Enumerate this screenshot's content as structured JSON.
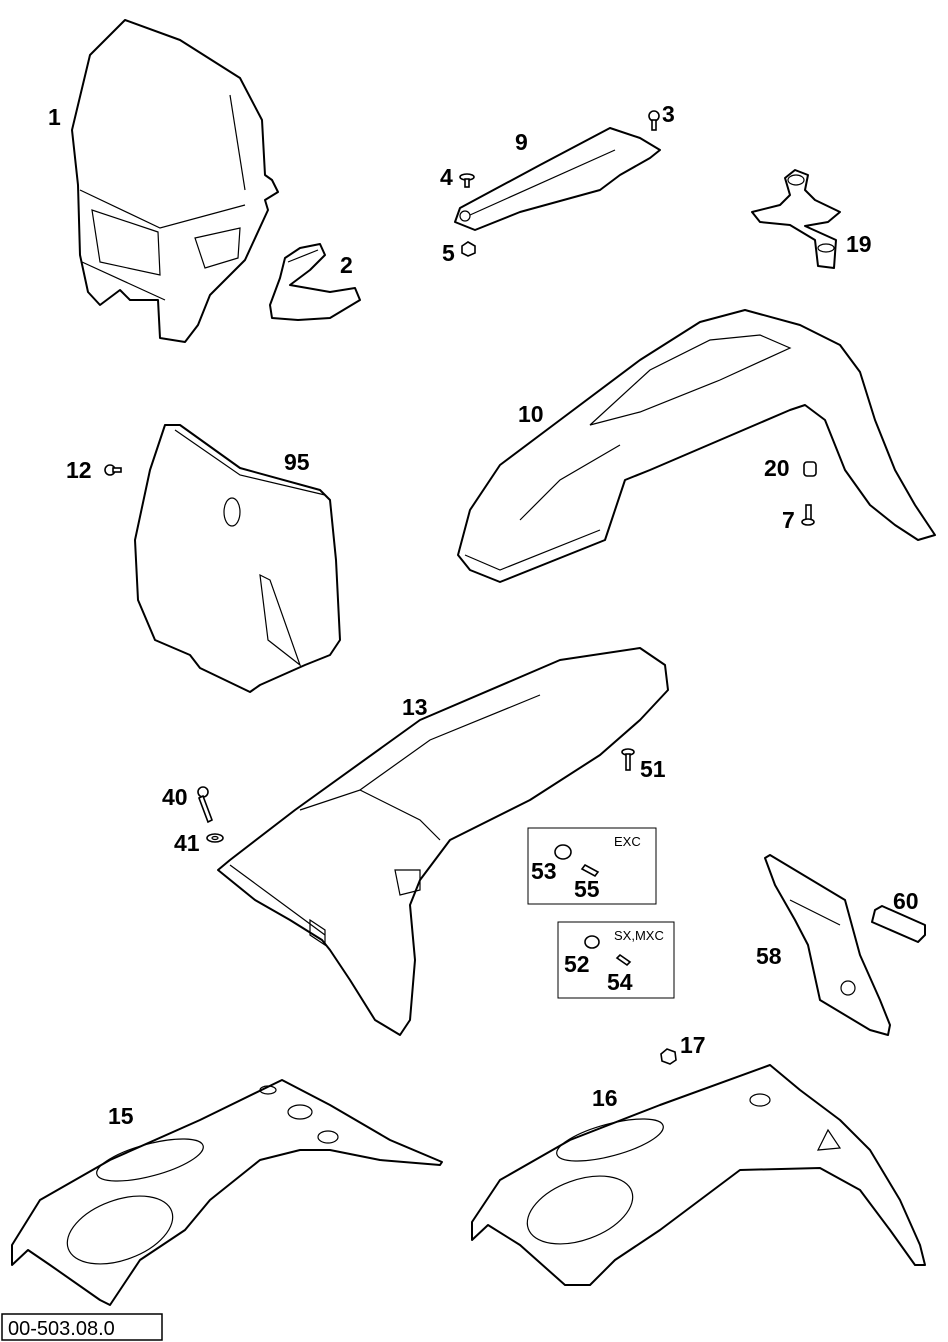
{
  "parts": [
    {
      "id": "p1",
      "label": "1"
    },
    {
      "id": "p2",
      "label": "2"
    },
    {
      "id": "p3",
      "label": "3"
    },
    {
      "id": "p4",
      "label": "4"
    },
    {
      "id": "p5",
      "label": "5"
    },
    {
      "id": "p9",
      "label": "9"
    },
    {
      "id": "p19",
      "label": "19"
    },
    {
      "id": "p10",
      "label": "10"
    },
    {
      "id": "p12",
      "label": "12"
    },
    {
      "id": "p95",
      "label": "95"
    },
    {
      "id": "p20",
      "label": "20"
    },
    {
      "id": "p7",
      "label": "7"
    },
    {
      "id": "p13",
      "label": "13"
    },
    {
      "id": "p51",
      "label": "51"
    },
    {
      "id": "p40",
      "label": "40"
    },
    {
      "id": "p41",
      "label": "41"
    },
    {
      "id": "p53",
      "label": "53"
    },
    {
      "id": "p55",
      "label": "55"
    },
    {
      "id": "p52",
      "label": "52"
    },
    {
      "id": "p54",
      "label": "54"
    },
    {
      "id": "p60",
      "label": "60"
    },
    {
      "id": "p58",
      "label": "58"
    },
    {
      "id": "p17",
      "label": "17"
    },
    {
      "id": "p15",
      "label": "15"
    },
    {
      "id": "p16",
      "label": "16"
    }
  ],
  "variant_boxes": [
    {
      "id": "exc",
      "label": "EXC"
    },
    {
      "id": "sxmxc",
      "label": "SX,MXC"
    }
  ],
  "drawing_code": "00-503.08.0"
}
